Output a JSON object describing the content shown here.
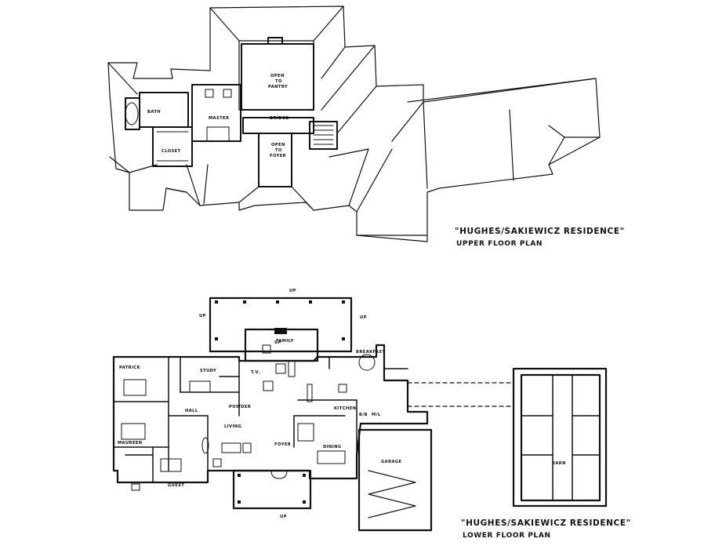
{
  "upper_plan": {
    "title": "\"HUGHES/SAKIEWICZ RESIDENCE\"",
    "subtitle": "UPPER FLOOR PLAN",
    "rooms": {
      "open_to_pantry_1": "OPEN",
      "open_to_pantry_2": "TO",
      "open_to_pantry_3": "PANTRY",
      "bath": "BATH",
      "master": "MASTER",
      "bridge": "BRIDGE",
      "closet": "CLOSET",
      "open_to_foyer_1": "OPEN",
      "open_to_foyer_2": "TO",
      "open_to_foyer_3": "FOYER"
    }
  },
  "lower_plan": {
    "title": "\"HUGHES/SAKIEWICZ RESIDENCE\"",
    "subtitle": "LOWER FLOOR PLAN",
    "rooms": {
      "family": "FAMILY",
      "breakfast": "BREAKFAST",
      "patrick": "PATRICK",
      "study": "STUDY",
      "tv": "T.V.",
      "hall": "HALL",
      "powder": "POWDER",
      "kitchen": "KITCHEN",
      "ml": "M/L",
      "living": "LIVING",
      "maureen": "MAUREEN",
      "foyer": "FOYER",
      "dining": "DINING",
      "guest": "GUEST",
      "garage": "GARAGE",
      "barn": "BARN",
      "bb": "B/B"
    },
    "up_labels": [
      "UP",
      "UP",
      "UP",
      "UP",
      "UP"
    ]
  },
  "colors": {
    "ink": "#111111",
    "paper": "#ffffff"
  }
}
